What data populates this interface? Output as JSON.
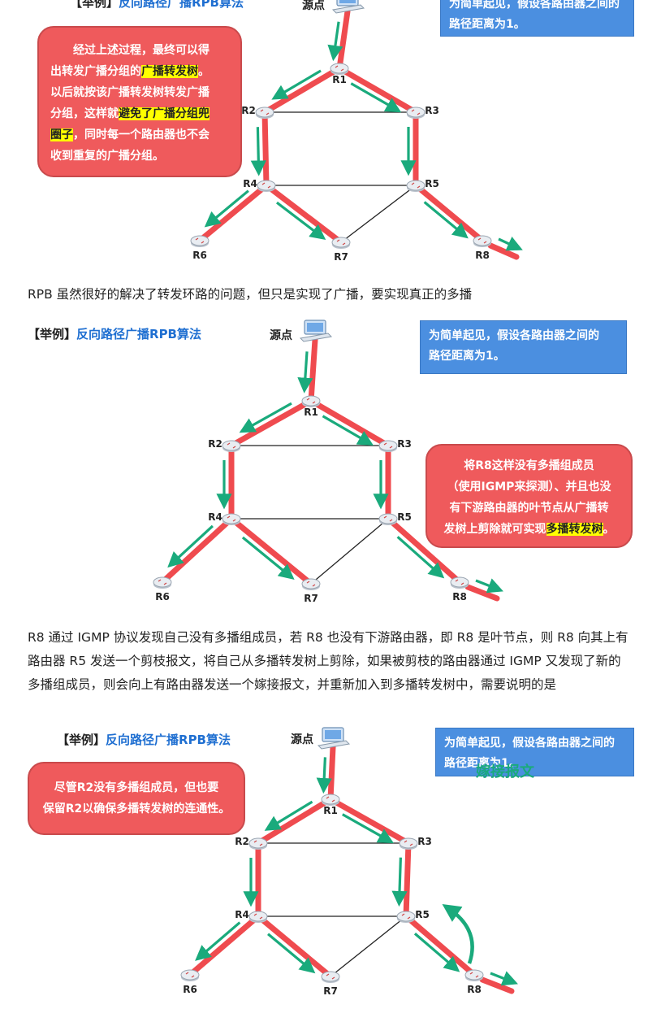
{
  "diagram_title_prefix": "【举例】",
  "diagram_title": "反向路径广播RPB算法",
  "source_label": "源点",
  "distance_note_line1": "为简单起见，假设各路由器之间的",
  "distance_note_line2": "路径距离为1。",
  "routers": [
    "R1",
    "R2",
    "R3",
    "R4",
    "R5",
    "R6",
    "R7",
    "R8"
  ],
  "panel1": {
    "bubble": {
      "l1": "经过上述过程，最终可以得",
      "l2a": "出转发广播分组的",
      "l2b": "广播转发树",
      "l2c": "。",
      "l3": "以后就按该广播转发树转发广播",
      "l4a": "分组，这样就",
      "l4b": "避免了广播分组兜",
      "l5a": "圈子",
      "l5b": "，同时每一个路由器也不会",
      "l6": "收到重复的广播分组。"
    }
  },
  "paragraph1": "RPB 虽然很好的解决了转发环路的问题，但只是实现了广播，要实现真正的多播",
  "panel2": {
    "bubble": {
      "l1": "将R8这样没有多播组成员",
      "l2": "（使用IGMP来探测）、并且也没",
      "l3": "有下游路由器的叶节点从广播转",
      "l4a": "发树上剪除就可实现",
      "l4b": "多播转发树",
      "l4c": "。"
    }
  },
  "paragraph2": "R8 通过 IGMP 协议发现自己没有多播组成员，若 R8 也没有下游路由器，即 R8 是叶节点，则 R8 向其上有路由器 R5 发送一个剪枝报文，将自己从多播转发树上剪除，如果被剪枝的路由器通过 IGMP 又发现了新的多播组成员，则会向上有路由器发送一个嫁接报文，并重新加入到多播转发树中，需要说明的是",
  "panel3": {
    "bubble": {
      "l1": "尽管R2没有多播组成员，但也要",
      "l2": "保留R2以确保多播转发树的连通性。"
    },
    "graft_label": "嫁接报文"
  },
  "colors": {
    "tree_red": "#ef4b4f",
    "arrow_green": "#1aaa7c",
    "title_blue": "#1f6fd1",
    "note_bg": "#4b8fe0",
    "bubble_bg": "#ef5a5c",
    "highlight": "#ffff00"
  }
}
